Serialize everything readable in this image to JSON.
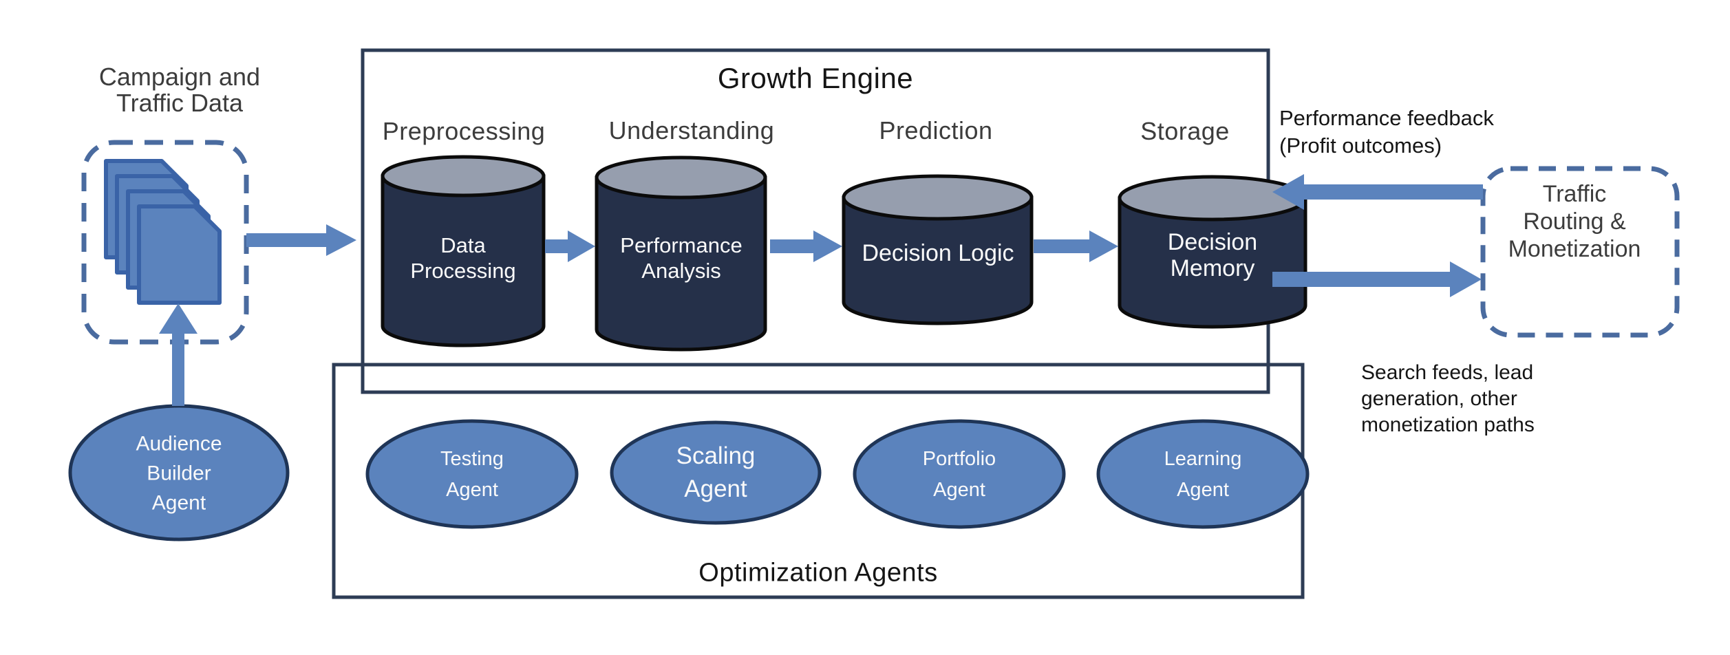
{
  "titles": {
    "growth_engine": "Growth Engine",
    "optimization_agents": "Optimization Agents"
  },
  "source": {
    "label_line1": "Campaign and",
    "label_line2": "Traffic Data",
    "agent_line1": "Audience",
    "agent_line2": "Builder",
    "agent_line3": "Agent"
  },
  "pipeline": {
    "stages": [
      {
        "stage": "Preprocessing",
        "line1": "Data",
        "line2": "Processing"
      },
      {
        "stage": "Understanding",
        "line1": "Performance",
        "line2": "Analysis"
      },
      {
        "stage": "Prediction",
        "line1": "Decision Logic",
        "line2": ""
      },
      {
        "stage": "Storage",
        "line1": "Decision",
        "line2": "Memory"
      }
    ]
  },
  "agents": [
    {
      "line1": "Testing",
      "line2": "Agent"
    },
    {
      "line1": "Scaling",
      "line2": "Agent"
    },
    {
      "line1": "Portfolio",
      "line2": "Agent"
    },
    {
      "line1": "Learning",
      "line2": "Agent"
    }
  ],
  "right": {
    "feedback_line1": "Performance feedback",
    "feedback_line2": "(Profit outcomes)",
    "sink_line1": "Traffic",
    "sink_line2": "Routing &",
    "sink_line3": "Monetization",
    "monetization_line1": "Search feeds, lead",
    "monetization_line2": "generation, other",
    "monetization_line3": "monetization paths"
  },
  "colors": {
    "blue": "#5b83bd",
    "blue-edge": "#1f3557",
    "doc-edge": "#3a63a7",
    "dash": "#4a6b9f",
    "frame": "#2d3c55",
    "cyl-body": "#253049",
    "cyl-top": "#969eae",
    "cyl-edge": "#0b0b0b",
    "ink": "#151515",
    "ink-soft": "#3c3c3c",
    "white-text": "#fafafa"
  }
}
